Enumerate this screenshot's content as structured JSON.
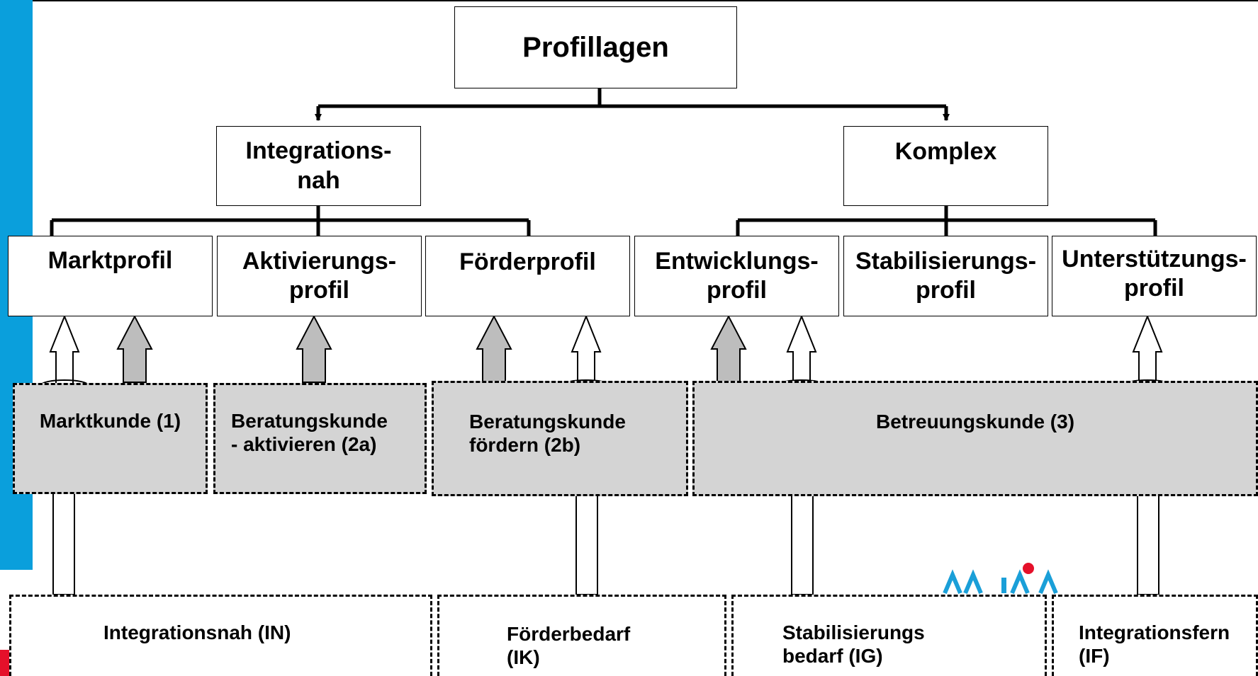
{
  "diagram": {
    "root": "Profillagen",
    "groups": [
      {
        "label": "Integrations-\nnah"
      },
      {
        "label": "Komplex"
      }
    ],
    "profiles": [
      {
        "label": "Marktprofil"
      },
      {
        "label": "Aktivierungs-\nprofil"
      },
      {
        "label": "Förderprofil"
      },
      {
        "label": "Entwicklungs-\nprofil"
      },
      {
        "label": "Stabilisierungs-\nprofil"
      },
      {
        "label": "Unterstützungs-\nprofil"
      }
    ],
    "customer_types": [
      {
        "label": "Marktkunde (1)"
      },
      {
        "label": "Beratungskunde\n- aktivieren (2a)"
      },
      {
        "label": "Beratungskunde\nfördern (2b)"
      },
      {
        "label": "Betreuungskunde (3)"
      }
    ],
    "needs": [
      {
        "label": "Integrationsnah (IN)"
      },
      {
        "label": "Förderbedarf\n(IK)"
      },
      {
        "label": "Stabilisierungs\nbedarf (IG)"
      },
      {
        "label": "Integrationsfern\n(IF)"
      }
    ],
    "colors": {
      "side_bar": "#0a9fdc",
      "customer_fill": "#d4d4d4",
      "arrow_gray": "#bdbdbd",
      "logo_blue": "#1a9fd8",
      "logo_dot": "#e5102a",
      "corner_red": "#e5102a"
    },
    "logo_icon": "maia-logo-icon"
  }
}
